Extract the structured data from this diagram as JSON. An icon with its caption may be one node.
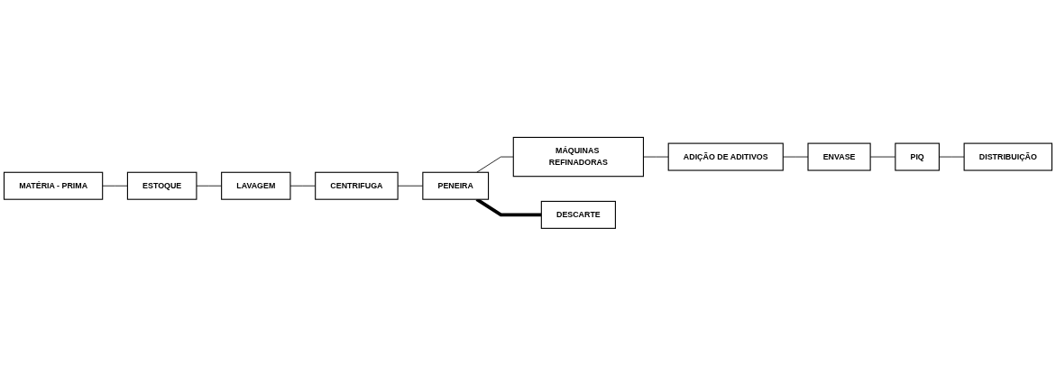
{
  "diagram": {
    "nodes": [
      {
        "text": [
          "MATÉRIA - PRIMA"
        ]
      },
      {
        "text": [
          "ESTOQUE"
        ]
      },
      {
        "text": [
          "LAVAGEM"
        ]
      },
      {
        "text": [
          "CENTRIFUGA"
        ]
      },
      {
        "text": [
          "ENVASE"
        ]
      },
      {
        "text": [
          "ADIÇÃO DE ADITIVOS"
        ]
      },
      {
        "text": [
          "MÁQUINAS REFINADORAS"
        ]
      },
      {
        "text": [
          "PENEIRA"
        ]
      },
      {
        "text": [
          "PIQ"
        ]
      },
      {
        "text": [
          "DISTRIBUIÇÃO"
        ]
      },
      {
        "text": [
          "DESCARTE"
        ]
      }
    ],
    "edges": [
      {
        "from": 0,
        "to": 1,
        "arrow": "none"
      },
      {
        "from": 1,
        "to": 2,
        "arrow": "none"
      },
      {
        "from": 2,
        "to": 3,
        "arrow": "none"
      },
      {
        "from": 3,
        "to": 7,
        "arrow": "none"
      },
      {
        "from": 7,
        "to": 6,
        "arrow": "none"
      },
      {
        "from": 6,
        "to": 5,
        "arrow": "none"
      },
      {
        "from": 5,
        "to": 4,
        "arrow": "none"
      },
      {
        "from": 4,
        "to": 8,
        "arrow": "none"
      },
      {
        "from": 8,
        "to": 9,
        "arrow": "none"
      },
      {
        "from": 7,
        "to": 10,
        "arrow": "none",
        "style": "thick"
      }
    ]
  }
}
